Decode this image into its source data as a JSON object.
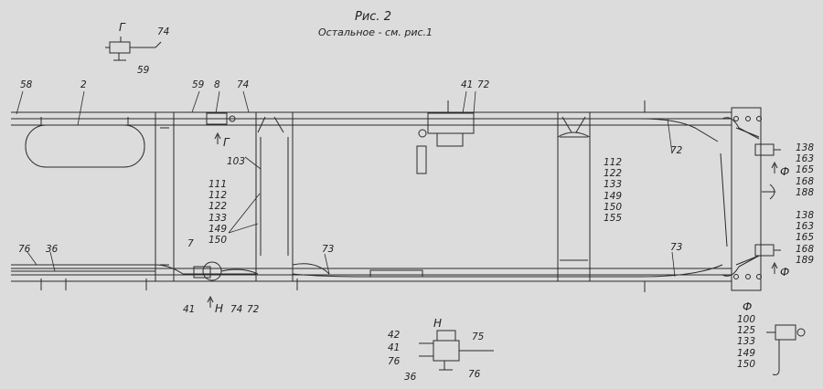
{
  "figure": {
    "title": "Рис. 2",
    "subtitle": "Остальное - см. рис.1"
  },
  "labels": {
    "l58": "58",
    "l2": "2",
    "l59a": "59",
    "l8": "8",
    "l74a": "74",
    "l41a": "41",
    "l72a": "72",
    "l72b": "72",
    "l103": "103",
    "stack_left": [
      "111",
      "112",
      "122",
      "133",
      "149",
      "150"
    ],
    "stack_mid": [
      "112",
      "122",
      "133",
      "149",
      "150",
      "155"
    ],
    "stack_right_top": [
      "138",
      "163",
      "165",
      "168",
      "188"
    ],
    "stack_right_bottom": [
      "138",
      "163",
      "165",
      "168",
      "189"
    ],
    "stack_detail_f": [
      "100",
      "125",
      "133",
      "149",
      "150"
    ],
    "l7": "7",
    "l76a": "76",
    "l36a": "36",
    "l73a": "73",
    "l73b": "73",
    "l41b": "41",
    "l74b": "74",
    "l72c": "72",
    "arrow_h": "Н",
    "arrow_g": "Г",
    "arrow_f1": "Ф",
    "arrow_f2": "Ф"
  },
  "detail_g": {
    "title": "Г",
    "labels": [
      "74",
      "59"
    ]
  },
  "detail_h": {
    "title": "Н",
    "labels": [
      "42",
      "41",
      "76",
      "36",
      "75",
      "76"
    ]
  },
  "detail_f": {
    "title": "Ф"
  },
  "colors": {
    "background": "#dcdcdc",
    "line": "#2a2a2a"
  }
}
